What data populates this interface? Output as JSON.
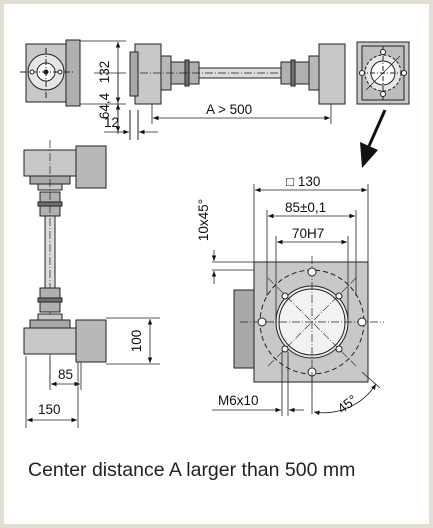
{
  "labels": {
    "d132": "132",
    "d64_4": "64,4",
    "d12": "12",
    "dA": "A > 500",
    "d130": "□ 130",
    "d85": "85±0,1",
    "d70": "70H7",
    "d10x45": "10x45°",
    "d100": "100",
    "d85b": "85",
    "d150": "150",
    "dM6": "M6x10",
    "dAngle": "45°"
  },
  "caption": "Center distance A larger than 500 mm",
  "colors": {
    "frame": "#e3dfd6",
    "housing": "#c8c8c8",
    "housing_dark": "#9e9e9e",
    "line": "#222222"
  }
}
